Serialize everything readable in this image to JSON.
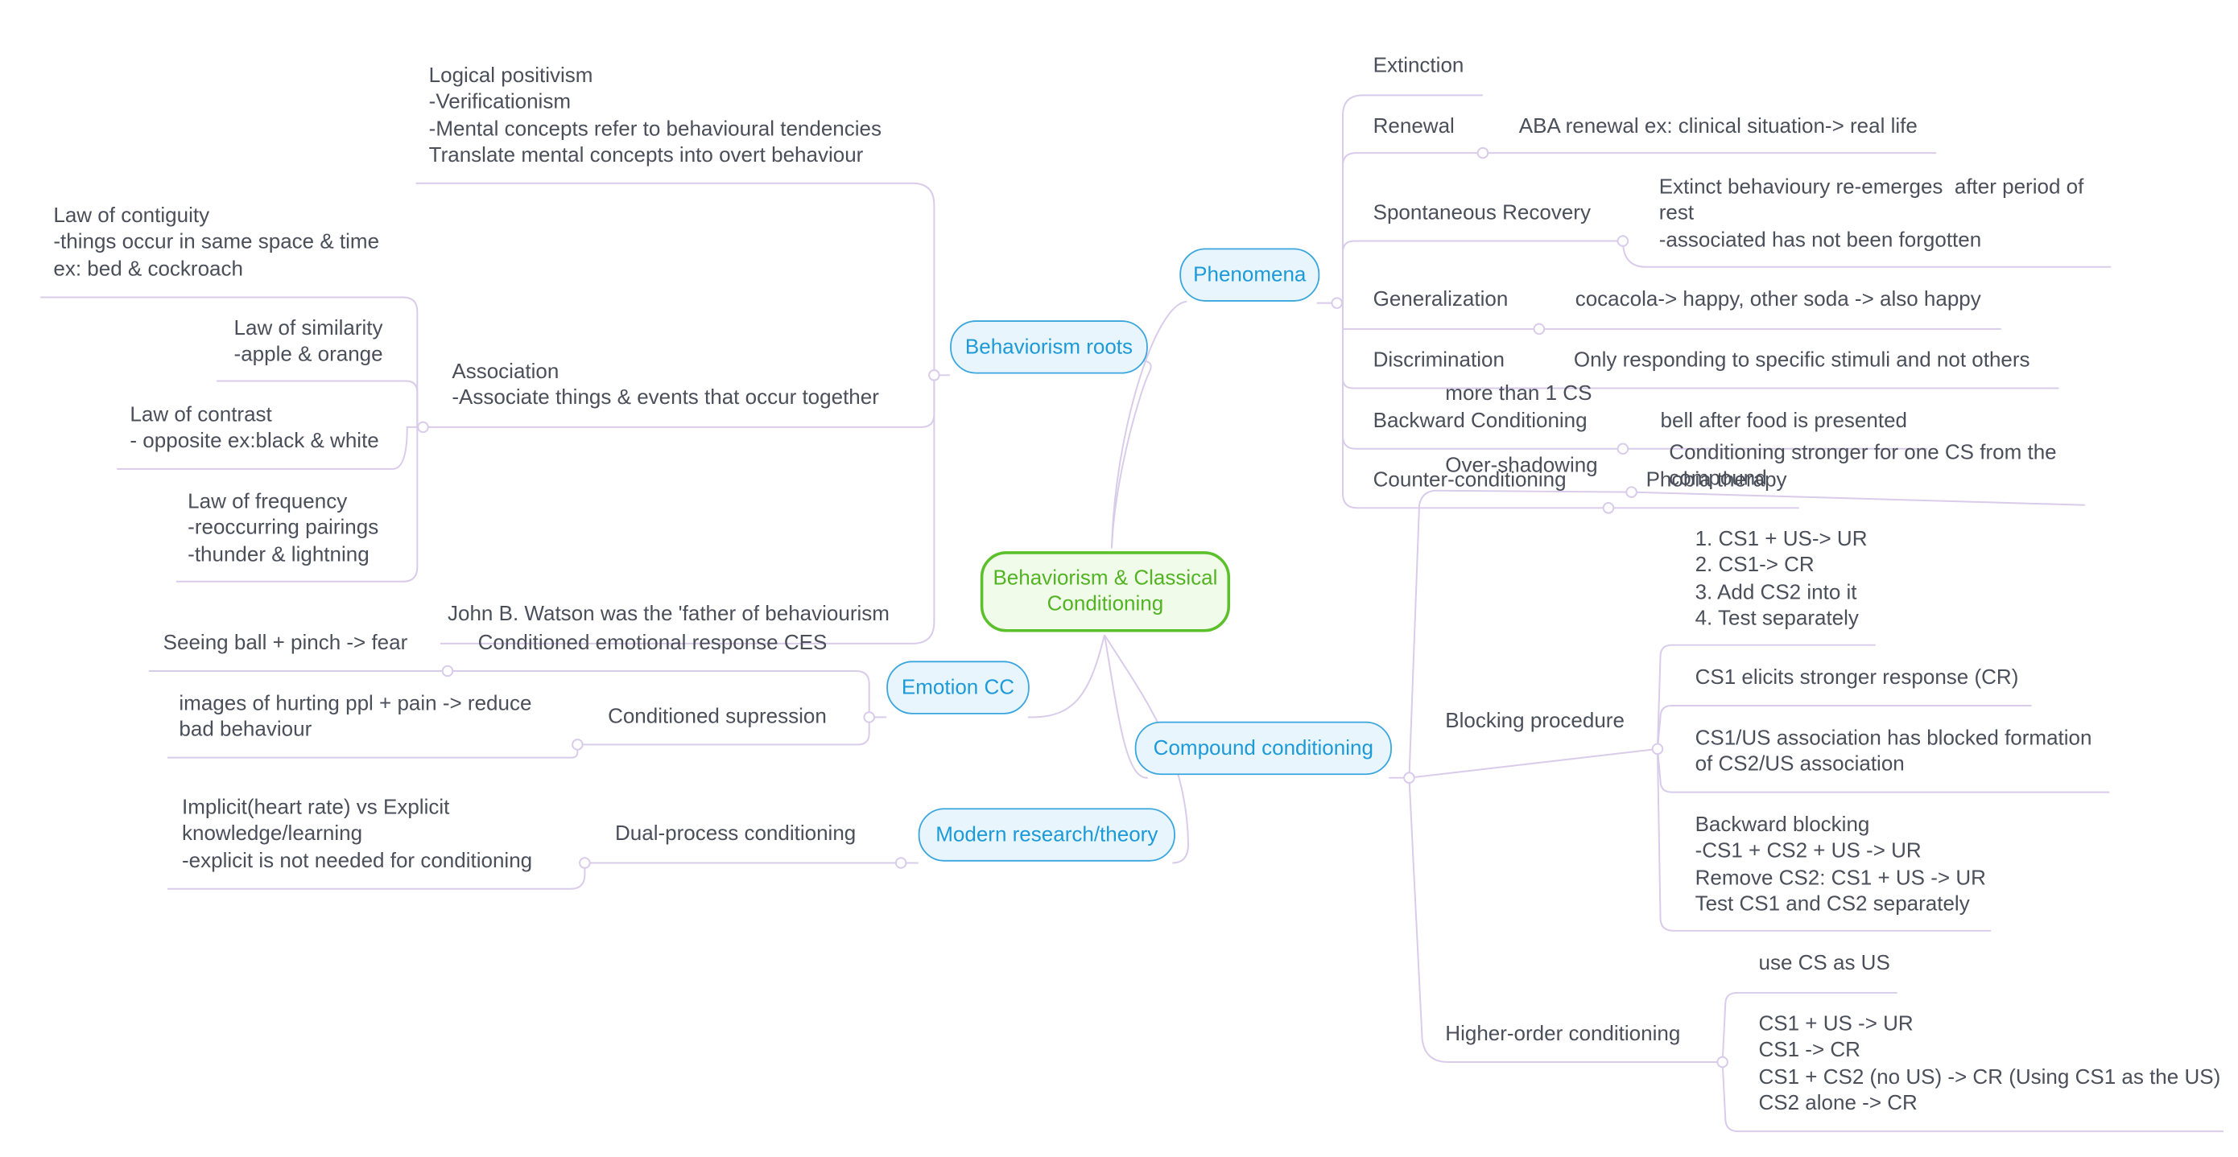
{
  "map": {
    "main": "Behaviorism & Classical\nConditioning",
    "branches": {
      "behaviorism_roots": "Behaviorism roots",
      "emotion_cc": "Emotion CC",
      "modern": "Modern research/theory",
      "phenomena": "Phenomena",
      "compound": "Compound conditioning"
    },
    "roots": {
      "logical_positivism": "Logical positivism\n-Verificationism\n-Mental concepts refer to behavioural tendencies\nTranslate mental concepts into overt behaviour",
      "association": "Association\n-Associate things & events that occur together",
      "contiguity": "Law of contiguity\n-things occur in same space & time\nex: bed & cockroach",
      "similarity": "Law of similarity\n-apple & orange",
      "contrast": "Law of contrast\n- opposite ex:black & white",
      "frequency": "Law of frequency\n-reoccurring pairings\n-thunder & lightning",
      "watson": "John B. Watson was the 'father of behaviourism"
    },
    "emotion": {
      "ces": "Conditioned emotional response CES",
      "ball": "Seeing ball + pinch -> fear",
      "suppression": "Conditioned supression",
      "hurting": "images of hurting ppl + pain -> reduce\nbad behaviour"
    },
    "modern": {
      "dual": "Dual-process conditioning",
      "implicit": "Implicit(heart rate) vs Explicit\nknowledge/learning\n-explicit is not needed for conditioning"
    },
    "phenomena": {
      "extinction": "Extinction",
      "renewal": "Renewal",
      "renewal_ex": "ABA renewal ex: clinical situation-> real life",
      "spontaneous": "Spontaneous Recovery",
      "spontaneous_ex": "Extinct behavioury re-emerges  after period of\nrest\n-associated has not been forgotten",
      "generalization": "Generalization",
      "generalization_ex": "cocacola-> happy, other soda -> also happy",
      "discrimination": "Discrimination",
      "discrimination_ex": "Only responding to specific stimuli and not others",
      "backward": "Backward Conditioning",
      "backward_ex": "bell after food is presented",
      "counter": "Counter-conditioning",
      "counter_ex": "Phobia therapy"
    },
    "compound": {
      "more_cs": "more than 1 CS",
      "overshadowing": "Over-shadowing",
      "overshadowing_ex": "Conditioning stronger for one CS from the\ncompound",
      "blocking": "Blocking procedure",
      "blocking_steps": "1. CS1 + US-> UR\n2. CS1-> CR\n3. Add CS2 into it\n4. Test separately",
      "blocking_cs1": "CS1 elicits stronger response (CR)",
      "blocking_assoc": "CS1/US association has blocked formation\nof CS2/US association",
      "backward_blocking": "Backward blocking\n-CS1 + CS2 + US -> UR\nRemove CS2: CS1 + US -> UR\nTest CS1 and CS2 separately",
      "higher_order": "Higher-order conditioning",
      "higher_use": "use CS as US",
      "higher_steps": "CS1 + US -> UR\nCS1 -> CR\nCS1 + CS2 (no US) -> CR (Using CS1 as the US)\nCS2 alone -> CR"
    }
  },
  "colors": {
    "link": "#d9cbea",
    "main_border": "#5cc02c",
    "branch_border": "#3aa6dd",
    "text": "#4a4f5a"
  }
}
